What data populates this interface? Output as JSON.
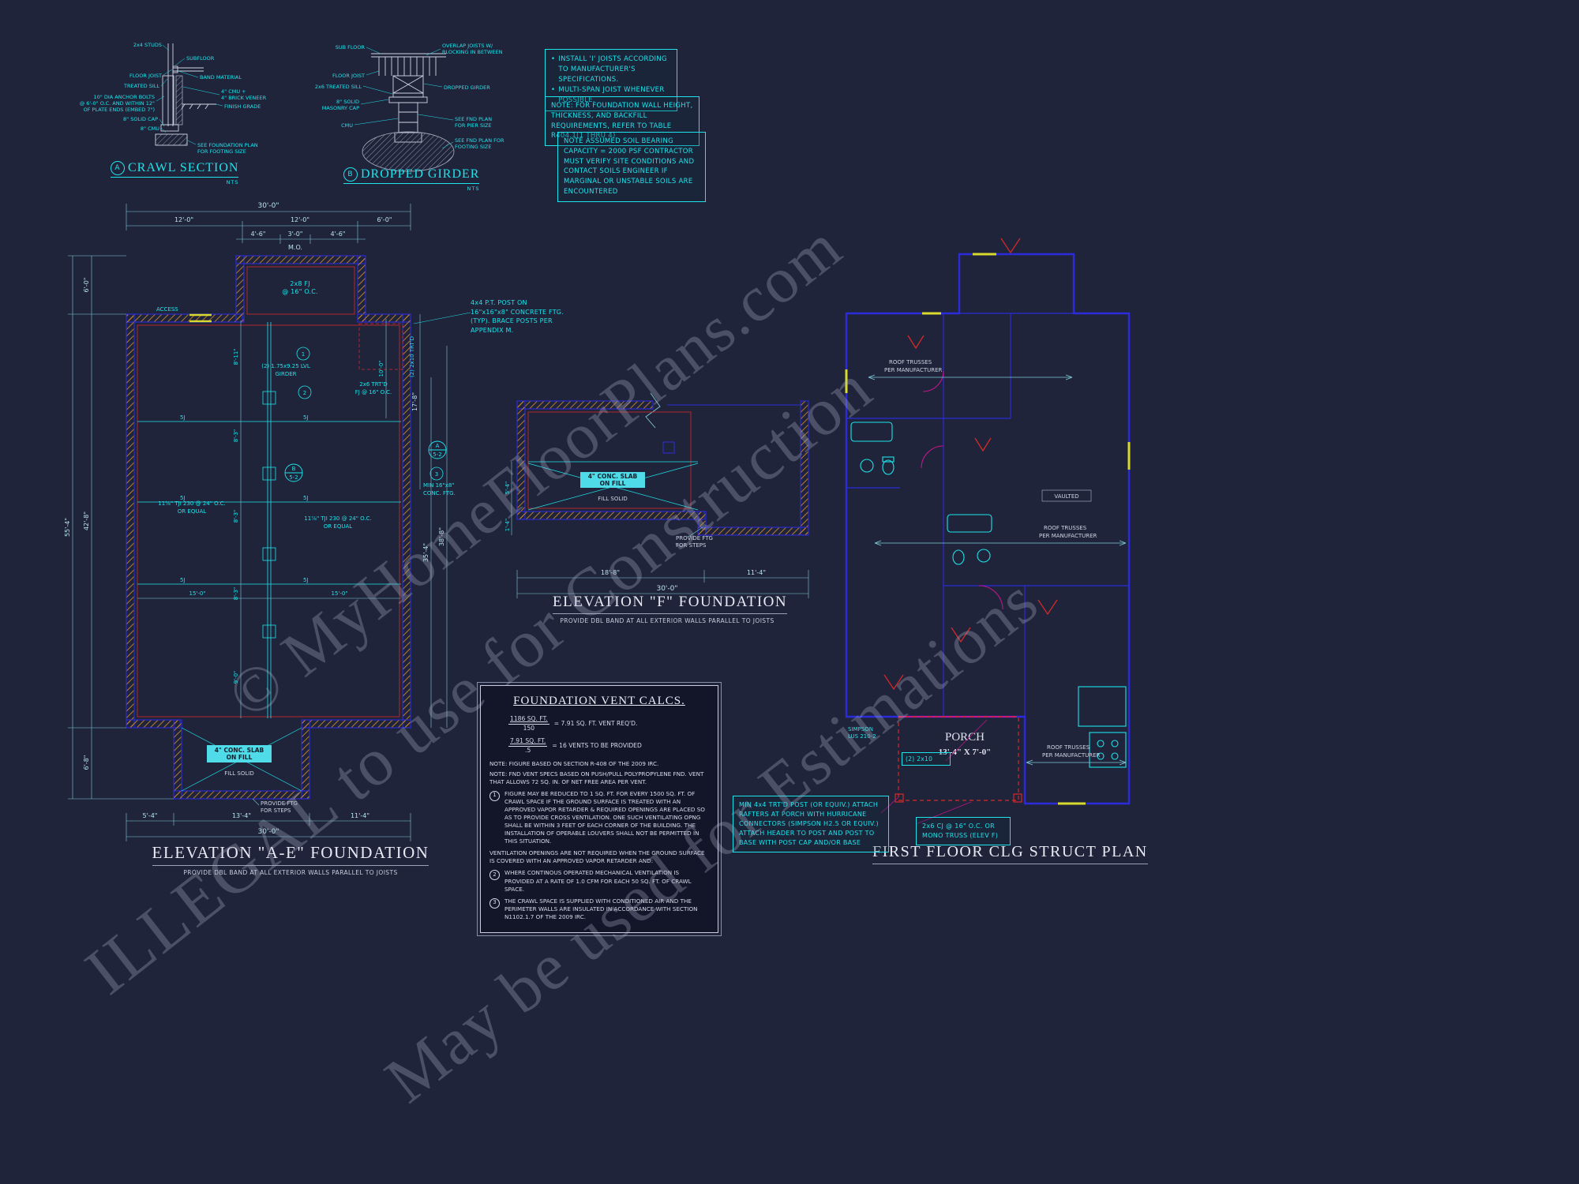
{
  "watermark": {
    "line1": "© MyHomeFloorPlans.com",
    "line2": "ILLEGAL to use for Construction",
    "line3": "May be used for Estimations"
  },
  "detail_a": {
    "bubble": "A",
    "title": "CRAWL SECTION",
    "scale": "NTS",
    "l_studs": "2x4 STUDS",
    "l_subfloor": "SUBFLOOR",
    "l_floor_joist": "FLOOR JOIST",
    "l_band": "BAND MATERIAL",
    "l_sill": "TREATED SILL",
    "l_anchor1": "10\" DIA ANCHOR BOLTS",
    "l_anchor2": "@ 6'-0\" O.C. AND WITHIN 12\"",
    "l_anchor3": "OF PLATE ENDS (EMBED 7\")",
    "l_cap": "8\" SOLID CAP",
    "l_cmu": "8\" CMU",
    "l_veneer1": "4\" CMU +",
    "l_veneer2": "4\" BRICK VENEER",
    "l_grade": "FINISH GRADE",
    "l_footing1": "SEE FOUNDATION PLAN",
    "l_footing2": "FOR FOOTING SIZE"
  },
  "detail_b": {
    "bubble": "B",
    "title": "DROPPED GIRDER",
    "scale": "NTS",
    "l_subfloor": "SUB FLOOR",
    "l_overlap1": "OVERLAP JOISTS W/",
    "l_overlap2": "BLOCKING IN BETWEEN",
    "l_floor_joist": "FLOOR JOIST",
    "l_sill": "2x6 TREATED SILL",
    "l_girder": "DROPPED GIRDER",
    "l_cap1": "8\" SOLID",
    "l_cap2": "MASONRY CAP",
    "l_cmu": "CMU",
    "l_pier1": "SEE FND PLAN",
    "l_pier2": "FOR PIER SIZE",
    "l_footing1": "SEE FND PLAN FOR",
    "l_footing2": "FOOTING SIZE"
  },
  "notes": {
    "joists_b1": "INSTALL 'I' JOISTS ACCORDING TO MANUFACTURER'S SPECIFICATIONS.",
    "joists_b2": "MULTI-SPAN JOIST WHENEVER POSSIBLE.",
    "foundation": "NOTE: FOR FOUNDATION WALL HEIGHT, THICKNESS, AND BACKFILL REQUIREMENTS, REFER TO TABLE R404.1(1 THRU 4)",
    "soils": "NOTE ASSUMED SOIL BEARING CAPACITY = 2000 PSF CONTRACTOR MUST VERIFY SITE CONDITIONS AND CONTACT SOILS ENGINEER IF MARGINAL OR UNSTABLE SOILS ARE ENCOUNTERED"
  },
  "plan_ae": {
    "title": "ELEVATION \"A-E\" FOUNDATION",
    "subtitle": "PROVIDE DBL BAND AT ALL EXTERIOR WALLS PARALLEL TO JOISTS",
    "dim_30_top": "30'-0\"",
    "dim_12_a": "12'-0\"",
    "dim_12_b": "12'-0\"",
    "dim_6_0_top": "6'-0\"",
    "dim_4_6_a": "4'-6\"",
    "dim_3_0": "3'-0\"",
    "dim_4_6_b": "4'-6\"",
    "mo": "M.O.",
    "dim_55_4": "55'-4\"",
    "dim_42_8": "42'-8\"",
    "dim_6_0_left": "6'-0\"",
    "dim_6_8": "6'-8\"",
    "dim_8_11": "8'-11\"",
    "dim_8_3_a": "8'-3\"",
    "dim_8_3_b": "8'-3\"",
    "dim_8_3_c": "8'-3\"",
    "dim_9_0": "9'-0\"",
    "dim_17_8": "17'-8\"",
    "dim_10_0": "10'-0\"",
    "dim_38_8": "38'-8\"",
    "dim_35_4": "35'-4\"",
    "dim_15_a": "15'-0\"",
    "dim_15_b": "15'-0\"",
    "dim_5_4": "5'-4\"",
    "dim_13_4": "13'-4\"",
    "dim_11_4": "11'-4\"",
    "dim_30_bot": "30'-0\"",
    "access": "ACCESS",
    "fj1": "2x8 FJ",
    "fj2": "@ 16\" O.C.",
    "lvl1": "(2) 1.75x9.25 LVL",
    "lvl2": "GIRDER",
    "trtd_fj1": "2x6 TRT'D",
    "trtd_fj2": "FJ @ 16\" O.C.",
    "trtd_2x10": "(2) 2x10 TRT'D",
    "post_note": "4x4 P.T. POST ON 16\"x16\"x8\" CONCRETE FTG. (TYP). BRACE POSTS PER APPENDIX M.",
    "tji1": "11⅞\" TJI 230 @ 24\" O.C.",
    "tji2": "OR EQUAL",
    "min_ftg1": "MIN 16\"x8\"",
    "min_ftg2": "CONC. FTG.",
    "bj": "5J",
    "b1": "1",
    "b2": "2",
    "b3": "3",
    "sec_a_top": "A",
    "sec_a_bot": "5-2",
    "sec_b_top": "B",
    "sec_b_bot": "5-2",
    "slab1": "4\" CONC. SLAB",
    "slab2": "ON FILL",
    "fill_solid": "FILL SOLID",
    "ftg_steps1": "PROVIDE FTG",
    "ftg_steps2": "FOR STEPS"
  },
  "plan_f": {
    "title": "ELEVATION \"F\" FOUNDATION",
    "subtitle": "PROVIDE DBL BAND AT ALL EXTERIOR WALLS PARALLEL TO JOISTS",
    "slab1": "4\" CONC. SLAB",
    "slab2": "ON FILL",
    "fill_solid": "FILL SOLID",
    "ftg_steps1": "PROVIDE FTG",
    "ftg_steps2": "FOR STEPS",
    "dim_18_8": "18'-8\"",
    "dim_11_4": "11'-4\"",
    "dim_30_0": "30'-0\"",
    "dim_5_4": "5'-4\"",
    "dim_1_4": "1'-4\""
  },
  "vent_calcs": {
    "title": "FOUNDATION VENT CALCS.",
    "c1_num": "1186 SQ. FT.",
    "c1_den": "150",
    "c1_res": "= 7.91 SQ. FT. VENT REQ'D.",
    "c2_num": "7.91 SQ. FT.",
    "c2_den": ".5",
    "c2_res": "= 16 VENTS TO BE PROVIDED",
    "note1": "NOTE: FIGURE BASED ON SECTION R-408 OF THE 2009 IRC.",
    "note2": "NOTE: FND VENT SPECS BASED ON PUSH/PULL POLYPROPYLENE FND. VENT THAT ALLOWS 72 SQ. IN. OF NET FREE AREA PER VENT.",
    "item1_num": "1",
    "item1": "FIGURE MAY BE REDUCED TO 1 SQ. FT. FOR EVERY 1500 SQ. FT. OF CRAWL SPACE IF THE GROUND SURFACE IS TREATED WITH AN APPROVED VAPOR RETARDER & REQUIRED OPENINGS ARE PLACED SO AS TO PROVIDE CROSS VENTILATION. ONE SUCH VENTILATING OPNG SHALL BE WITHIN 3 FEET OF EACH CORNER OF THE BUILDING. THE INSTALLATION OF OPERABLE LOUVERS SHALL NOT BE PERMITTED IN THIS SITUATION.",
    "mid_note": "VENTILATION OPENINGS ARE NOT REQUIRED WHEN THE GROUND SURFACE IS COVERED WITH AN APPROVED VAPOR RETARDER AND:",
    "item2_num": "2",
    "item2": "WHERE CONTINOUS OPERATED MECHANICAL VENTILATION IS PROVIDED AT A RATE OF 1.0 CFM FOR EACH 50 SQ. FT. OF CRAWL SPACE.",
    "item3_num": "3",
    "item3": "THE CRAWL SPACE IS SUPPLIED WITH CONDITIONED AIR AND THE PERIMETER WALLS ARE INSULATED IN ACCORDANCE WITH SECTION N1102.1.7 OF THE 2009 IRC."
  },
  "plan_clg": {
    "title": "FIRST FLOOR CLG STRUCT PLAN",
    "truss1a": "ROOF TRUSSES",
    "truss1b": "PER MANUFACTURER",
    "vaulted": "VAULTED",
    "porch": "PORCH",
    "porch_dim": "13'-4\" X 7'-0\"",
    "simpson1": "SIMPSON",
    "simpson2": "LUS 210-2",
    "p2x10": "(2) 2x10",
    "porch_note": "MIN 4x4 TRT'D POST (OR EQUIV.) ATTACH RAFTERS AT PORCH WITH HURRICANE CONNECTORS (SIMPSON H2.5 OR EQUIV.) ATTACH HEADER TO POST AND POST TO BASE WITH POST CAP AND/OR BASE",
    "cj_note": "2x6 CJ @ 16\" O.C. OR MONO TRUSS (ELEV F)"
  }
}
